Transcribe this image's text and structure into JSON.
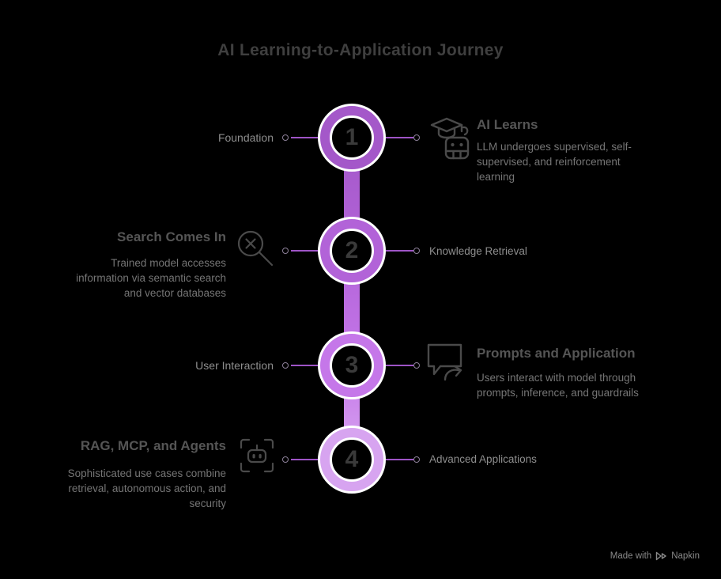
{
  "title": "AI Learning-to-Application Journey",
  "colors": {
    "background": "#000000",
    "title": "#3f3f3f",
    "heading": "#555555",
    "description": "#757575",
    "label": "#8e8e8e",
    "number": "#3a3a3a",
    "line": "#9e54c6",
    "icon": "#4a4a4a",
    "footer": "#8a8a8a"
  },
  "steps": [
    {
      "number": "1",
      "node_color": "#a458c9",
      "left_label": "Foundation",
      "right": {
        "icon": "robot-graduate-icon",
        "title": "AI Learns",
        "description": "LLM undergoes supervised, self-supervised, and reinforcement learning"
      }
    },
    {
      "number": "2",
      "node_color": "#b263d8",
      "left": {
        "icon": "search-x-icon",
        "title": "Search Comes In",
        "description": "Trained model accesses information via semantic search and vector databases"
      },
      "right_label": "Knowledge Retrieval"
    },
    {
      "number": "3",
      "node_color": "#c577e9",
      "left_label": "User Interaction",
      "right": {
        "icon": "chat-arrow-icon",
        "title": "Prompts and Application",
        "description": "Users interact with model through prompts, inference, and guardrails"
      }
    },
    {
      "number": "4",
      "node_color": "#d7a4f0",
      "left": {
        "icon": "robot-frame-icon",
        "title": "RAG, MCP, and Agents",
        "description": "Sophisticated use cases combine retrieval, autonomous action, and security"
      },
      "right_label": "Advanced Applications"
    }
  ],
  "footer": {
    "made_with": "Made with",
    "brand_icon": "napkin-logo-icon",
    "brand": "Napkin"
  }
}
